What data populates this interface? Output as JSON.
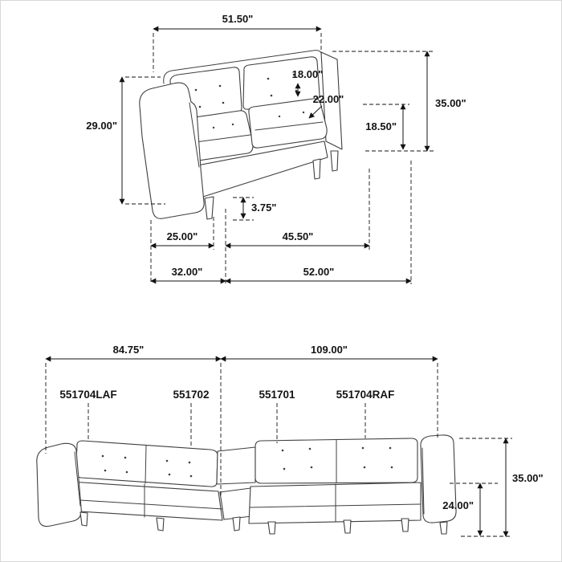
{
  "colors": {
    "line": "#131313",
    "sofa_stroke": "#3f3f3f",
    "background": "#ffffff"
  },
  "top_diagram": {
    "back_width": "51.50\"",
    "arm_height": "29.00\"",
    "back_cushion_thickness": "18.00\"",
    "seat_depth": "22.00\"",
    "overall_height": "35.00\"",
    "seat_height": "18.50\"",
    "leg_height": "3.75\"",
    "arm_front_depth": "25.00\"",
    "seat_width": "45.50\"",
    "overall_depth": "32.00\"",
    "overall_width": "52.00\""
  },
  "bottom_diagram": {
    "left_section_width": "84.75\"",
    "right_section_width": "109.00\"",
    "overall_height": "35.00\"",
    "seat_back_height": "24.00\"",
    "part_labels": [
      "551704LAF",
      "551702",
      "551701",
      "551704RAF"
    ]
  }
}
